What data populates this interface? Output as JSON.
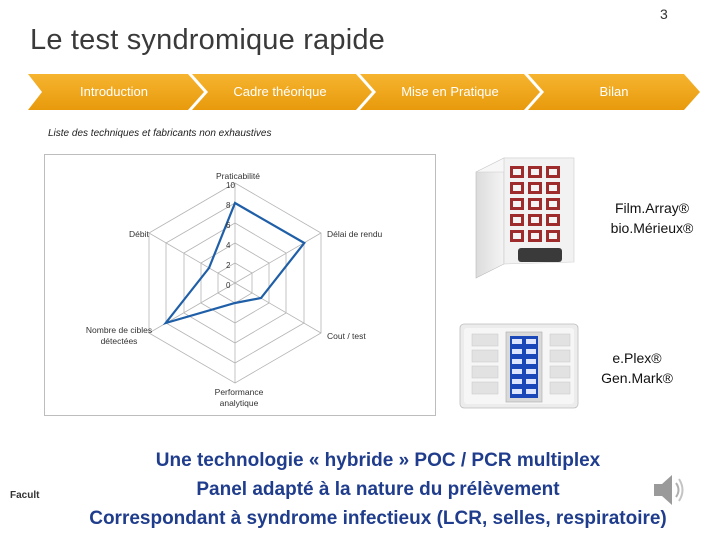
{
  "page_number": "3",
  "title": "Le test syndromique rapide",
  "nav": {
    "steps": [
      "Introduction",
      "Cadre théorique",
      "Mise en Pratique",
      "Bilan"
    ],
    "color": "#f2a310"
  },
  "note": "Liste des techniques et fabricants non exhaustives",
  "radar": {
    "axis_labels": {
      "top": "Praticabilité",
      "top_right": "Délai de rendu",
      "bottom_right": "Cout / test",
      "bottom_line1": "Performance",
      "bottom_line2": "analytique",
      "bottom_left_line1": "Nombre de cibles",
      "bottom_left_line2": "détectées",
      "top_left": "Débit"
    },
    "ticks": [
      "10",
      "8",
      "6",
      "4",
      "2",
      "0"
    ],
    "series_values": {
      "praticabilite": 8,
      "delai_de_rendu": 8,
      "cout_test": 3,
      "performance_analytique": 2,
      "nombre_de_cibles": 8,
      "debit": 3
    },
    "line_color": "#1f5fa8"
  },
  "devices": [
    {
      "line1": "Film.Array®",
      "line2": "bio.Mérieux®"
    },
    {
      "line1": "e.Plex®",
      "line2": "Gen.Mark®"
    }
  ],
  "bottom_text": [
    "Une technologie « hybride » POC / PCR multiplex",
    "Panel adapté à la nature du prélèvement",
    "Correspondant à syndrome infectieux (LCR, selles, respiratoire)"
  ],
  "footer_left": "Facult",
  "colors": {
    "accent": "#f2a310",
    "bottom_text": "#1f3d8c"
  }
}
